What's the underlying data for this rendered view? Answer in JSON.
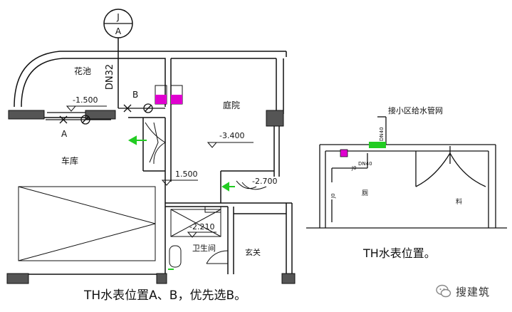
{
  "meter": {
    "top": "J",
    "bottom": "A"
  },
  "labels": {
    "pipe_dn": "DN32",
    "pool": "花池",
    "garden": "庭院",
    "garage": "车库",
    "bathroom": "卫生间",
    "entrance": "玄关",
    "point_a": "A",
    "point_b": "B",
    "elev_pool": "-1.500",
    "elev_garden": "-3.400",
    "elev_stair": "1.500",
    "elev_entry": "-2.700",
    "elev_bath": "-2.210"
  },
  "section": {
    "supply_label": "接小区给水管网",
    "pipe_dn_vertical": "DN40",
    "pipe_dn_horizontal": "DN40",
    "riser_small": "J0",
    "riser_lower": "J0",
    "room_left": "厕",
    "room_right": "料"
  },
  "captions": {
    "left": "TH水表位置A、B，优先选B。",
    "right": "TH水表位置。"
  },
  "watermark": {
    "text": "搜建筑"
  },
  "colors": {
    "line": "#111111",
    "meter_box": "#e000d0",
    "arrow": "#22cc22",
    "fill_dark": "#555555"
  }
}
